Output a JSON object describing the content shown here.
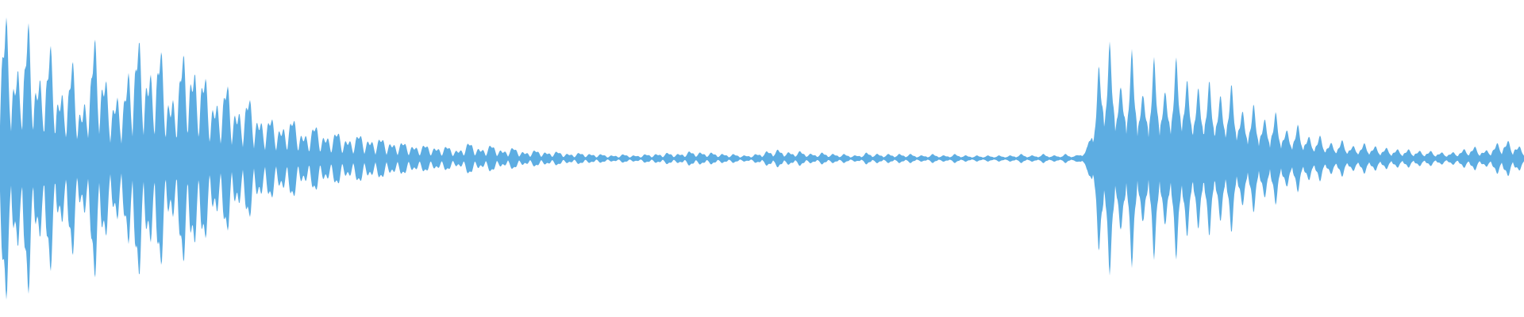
{
  "waveform": {
    "color": "#5dade2",
    "background": "#ffffff",
    "envelope": [
      0.98,
      0.55,
      0.95,
      0.5,
      0.8,
      0.4,
      0.7,
      0.3,
      0.85,
      0.55,
      0.4,
      0.55,
      0.85,
      0.55,
      0.8,
      0.35,
      0.75,
      0.6,
      0.6,
      0.35,
      0.55,
      0.3,
      0.45,
      0.25,
      0.3,
      0.2,
      0.3,
      0.15,
      0.25,
      0.14,
      0.2,
      0.12,
      0.18,
      0.12,
      0.15,
      0.1,
      0.12,
      0.08,
      0.1,
      0.07,
      0.09,
      0.05,
      0.12,
      0.06,
      0.1,
      0.05,
      0.08,
      0.04,
      0.06,
      0.04,
      0.05,
      0.03,
      0.04,
      0.03,
      0.03,
      0.02,
      0.03,
      0.02,
      0.03,
      0.03,
      0.04,
      0.03,
      0.05,
      0.04,
      0.04,
      0.03,
      0.03,
      0.02,
      0.03,
      0.05,
      0.06,
      0.04,
      0.05,
      0.03,
      0.04,
      0.03,
      0.03,
      0.02,
      0.04,
      0.03,
      0.03,
      0.03,
      0.03,
      0.02,
      0.03,
      0.02,
      0.03,
      0.02,
      0.02,
      0.02,
      0.02,
      0.02,
      0.03,
      0.02,
      0.03,
      0.02,
      0.03,
      0.02,
      0.08,
      0.6,
      0.75,
      0.45,
      0.7,
      0.4,
      0.65,
      0.42,
      0.65,
      0.5,
      0.45,
      0.5,
      0.4,
      0.48,
      0.3,
      0.35,
      0.25,
      0.3,
      0.18,
      0.22,
      0.14,
      0.15,
      0.1,
      0.12,
      0.08,
      0.1,
      0.08,
      0.07,
      0.06,
      0.06,
      0.05,
      0.05,
      0.04,
      0.04,
      0.06,
      0.08,
      0.05,
      0.1,
      0.12,
      0.08
    ]
  }
}
